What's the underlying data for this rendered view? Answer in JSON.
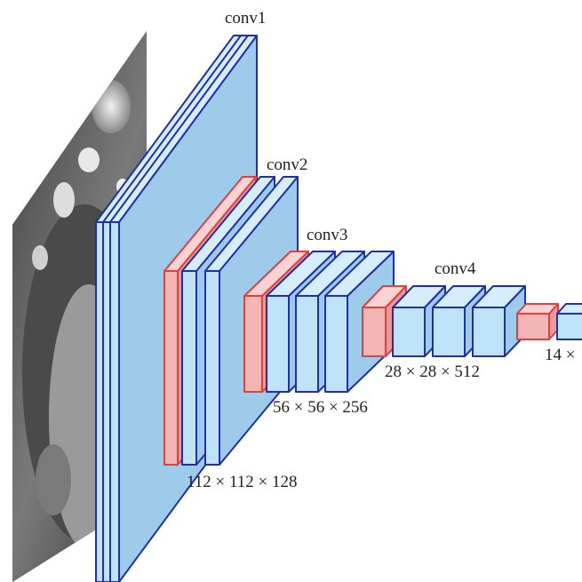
{
  "diagram": {
    "stages": [
      {
        "name": "conv1",
        "dims": ""
      },
      {
        "name": "conv2",
        "dims": "112 × 112 × 128"
      },
      {
        "name": "conv3",
        "dims": "56 × 56 × 256"
      },
      {
        "name": "conv4",
        "dims": "28 × 28 × 512"
      },
      {
        "name": "",
        "dims": "14 ×"
      }
    ]
  },
  "colors": {
    "conv_face": "#bfe3f8",
    "conv_side": "#9fcbea",
    "conv_top": "#d6eefc",
    "conv_edge": "#1f2fb0",
    "pool_face": "#f4b5b5",
    "pool_side": "#e79a9a",
    "pool_top": "#f9d3d3",
    "pool_edge": "#e0403e",
    "background": "#ffffff"
  }
}
